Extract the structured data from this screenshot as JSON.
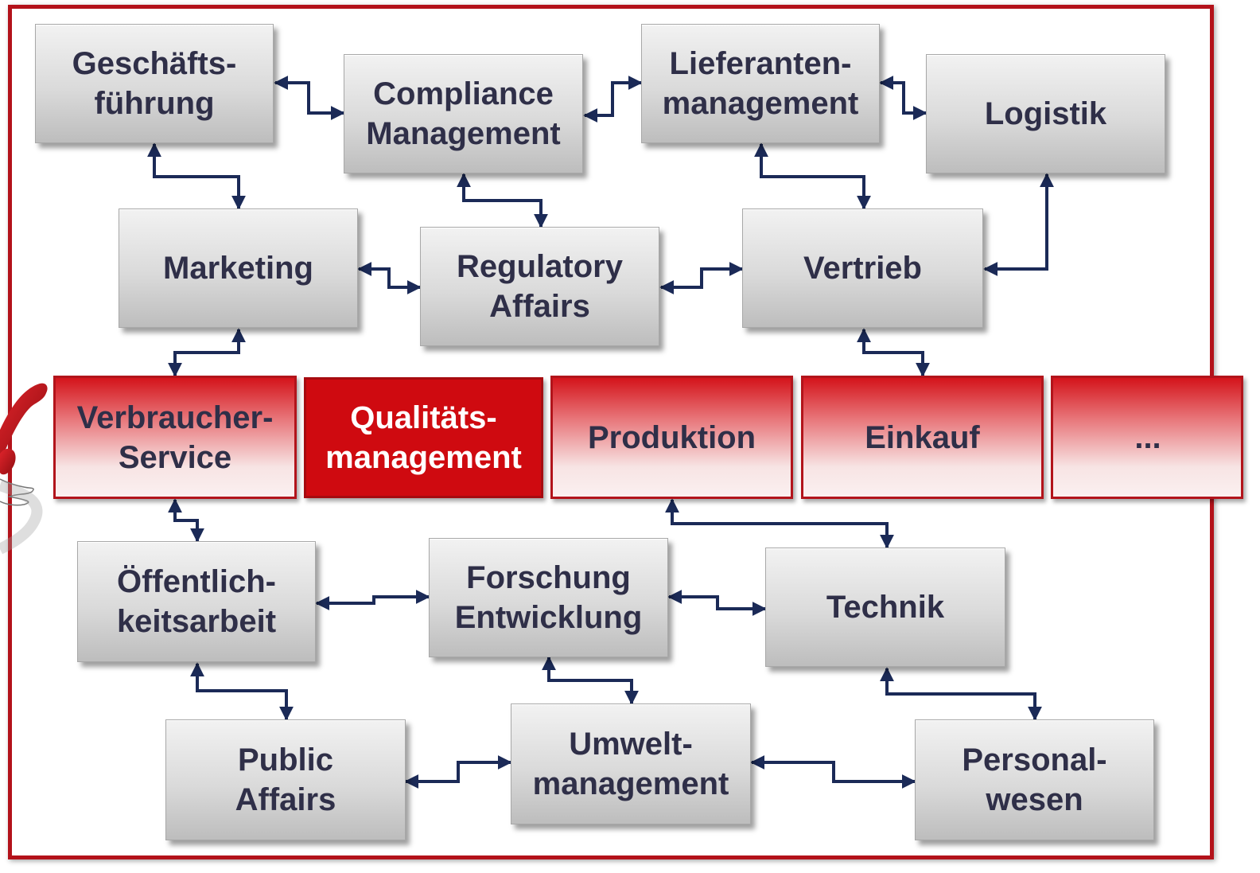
{
  "colors": {
    "frame": "#b3121a",
    "connector": "#1b2a57",
    "highlight": "#cf0a10",
    "text": "#2f2f48"
  },
  "icons": {
    "phone": "telephone-icon"
  },
  "nodes": {
    "geschaeftsfuehrung": "Geschäfts-\nführung",
    "compliance": "Compliance\nManagement",
    "lieferanten": "Lieferanten-\nmanagement",
    "logistik": "Logistik",
    "marketing": "Marketing",
    "regulatory": "Regulatory\nAffairs",
    "vertrieb": "Vertrieb",
    "verbraucher": "Verbraucher-\nService",
    "qualitaet": "Qualitäts-\nmanagement",
    "produktion": "Produktion",
    "einkauf": "Einkauf",
    "more": "...",
    "oeffentlich": "Öffentlich-\nkeitsarbeit",
    "forschung": "Forschung\nEntwicklung",
    "technik": "Technik",
    "public": "Public\nAffairs",
    "umwelt": "Umwelt-\nmanagement",
    "personal": "Personal-\nwesen"
  },
  "connections": [
    [
      "geschaeftsfuehrung",
      "compliance"
    ],
    [
      "compliance",
      "lieferanten"
    ],
    [
      "lieferanten",
      "logistik"
    ],
    [
      "geschaeftsfuehrung",
      "marketing"
    ],
    [
      "compliance",
      "regulatory"
    ],
    [
      "lieferanten",
      "vertrieb"
    ],
    [
      "logistik",
      "vertrieb"
    ],
    [
      "marketing",
      "regulatory"
    ],
    [
      "regulatory",
      "vertrieb"
    ],
    [
      "marketing",
      "verbraucher"
    ],
    [
      "vertrieb",
      "einkauf"
    ],
    [
      "verbraucher",
      "oeffentlich"
    ],
    [
      "produktion",
      "technik"
    ],
    [
      "oeffentlich",
      "forschung"
    ],
    [
      "forschung",
      "technik"
    ],
    [
      "oeffentlich",
      "public"
    ],
    [
      "forschung",
      "umwelt"
    ],
    [
      "technik",
      "personal"
    ],
    [
      "public",
      "umwelt"
    ],
    [
      "umwelt",
      "personal"
    ]
  ]
}
